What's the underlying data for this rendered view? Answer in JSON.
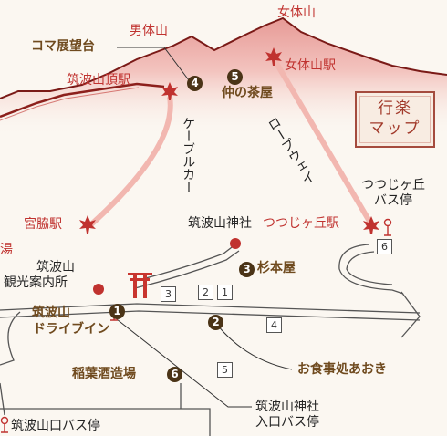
{
  "peaks": {
    "nantai": "男体山",
    "nyotai": "女体山"
  },
  "labels": {
    "koma": "コマ展望台",
    "tsukuba_summit_station": "筑波山頂駅",
    "nyotai_station": "女体山駅",
    "naka_chaya": "仲の茶屋",
    "miyawaki_station": "宮脇駅",
    "tsukuba_shrine": "筑波山神社",
    "tsutsujigaoka_station": "つつじヶ丘駅",
    "tsutsujigaoka_bus_1": "つつじヶ丘",
    "tsutsujigaoka_bus_2": "バス停",
    "onsen_partial": "湯",
    "tourist_center_1": "筑波山",
    "tourist_center_2": "観光案内所",
    "sugimotoya": "杉本屋",
    "drivein_1": "筑波山",
    "drivein_2": "ドライブイン",
    "inaba_brewery": "稲葉酒造場",
    "oshokuji_aoki": "お食事処あおき",
    "shrine_bus_1": "筑波山神社",
    "shrine_bus_2": "入口バス停",
    "tsukubasan_guchi_bus": "筑波山口バス停"
  },
  "cable_car": "ケーブルカー",
  "ropeway": "ロープウェイ",
  "legend": {
    "line1": "行楽",
    "line2": "マップ"
  },
  "markers": [
    "1",
    "2",
    "3",
    "4",
    "5",
    "6"
  ],
  "boxes": [
    "1",
    "2",
    "3",
    "4",
    "5",
    "6"
  ],
  "colors": {
    "accent": "#c0322f",
    "marker": "#4b3417",
    "text_brown": "#6f4a1e"
  },
  "icons": {
    "station": "maple-leaf-icon",
    "bus_stop": "bus-stop-icon",
    "shrine": "torii-icon",
    "poi": "red-dot-icon"
  }
}
